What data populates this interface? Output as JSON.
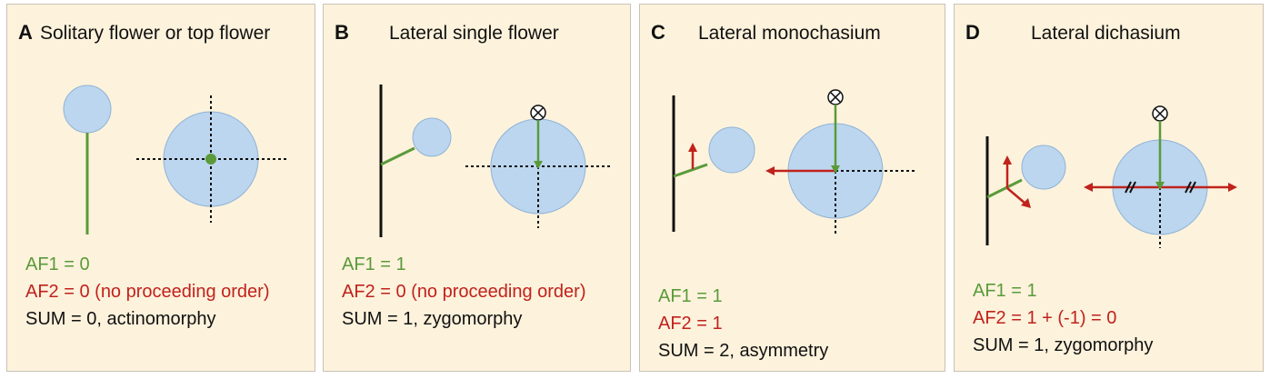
{
  "panels": [
    {
      "letter": "A",
      "title": "Solitary flower or top flower",
      "af1": "AF1 = 0",
      "af2": "AF2 = 0 (no proceeding order)",
      "sum": "SUM = 0, actinomorphy"
    },
    {
      "letter": "B",
      "title": "Lateral single flower",
      "af1": "AF1 = 1",
      "af2": "AF2 = 0 (no proceeding order)",
      "sum": "SUM = 1, zygomorphy"
    },
    {
      "letter": "C",
      "title": "Lateral monochasium",
      "af1": "AF1 = 1",
      "af2": "AF2 = 1",
      "sum": "SUM = 2, asymmetry"
    },
    {
      "letter": "D",
      "title": "Lateral dichasium",
      "af1": "AF1 = 1",
      "af2": "AF2 = 1 + (-1) = 0",
      "sum": "SUM = 1, zygomorphy"
    }
  ],
  "colors": {
    "panel_bg": "#fdf2dc",
    "flower": "#bcd6ef",
    "green": "#5a9a3a",
    "red": "#c0221c"
  }
}
